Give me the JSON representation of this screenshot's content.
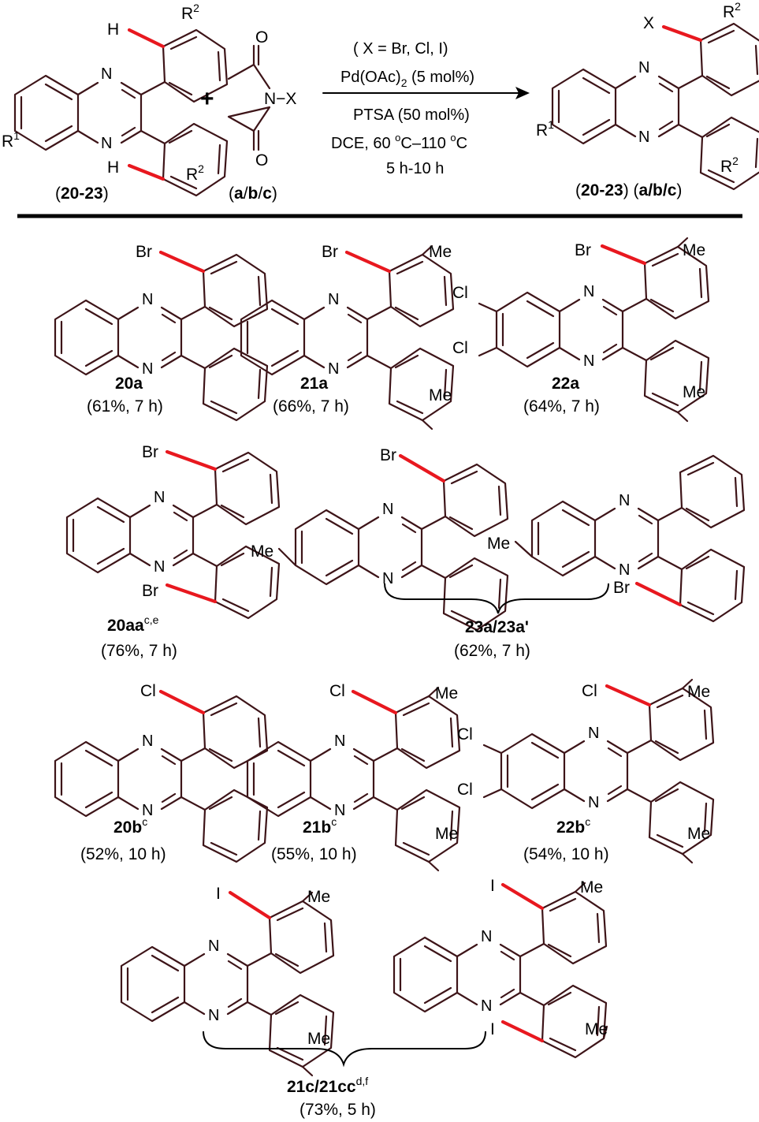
{
  "scheme": {
    "reactant_label": {
      "prefix": "(",
      "num": "20-23",
      "suffix": ")"
    },
    "reagent_label": {
      "a": "a",
      "b": "b",
      "c": "c"
    },
    "product_label": {
      "num": "20-23",
      "letters": "a/b/c"
    },
    "plus": "+",
    "conditions": {
      "x_note": "( X = Br, Cl, I)",
      "catalyst_pre": "Pd(OAc)",
      "catalyst_sub": "2",
      "catalyst_post": " (5 mol%)",
      "acid": "PTSA (50 mol%)",
      "solvent_pre": "DCE, 60 ",
      "deg": "o",
      "temp_mid": "C–110 ",
      "temp_end": "C",
      "time": "5 h-10 h"
    },
    "atoms": {
      "N": "N",
      "H": "H",
      "O": "O",
      "X": "X",
      "R": "R",
      "sup1": "1",
      "sup2": "2",
      "NX": "N−X",
      "Br": "Br",
      "Cl": "Cl",
      "I": "I",
      "Me": "Me"
    }
  },
  "compounds": [
    {
      "id": "20a",
      "label": "20a",
      "sup": "",
      "yield": "(61%, 7 h)"
    },
    {
      "id": "21a",
      "label": "21a",
      "sup": "",
      "yield": "(66%, 7 h)"
    },
    {
      "id": "22a",
      "label": "22a",
      "sup": "",
      "yield": "(64%, 7 h)"
    },
    {
      "id": "20aa",
      "label": "20aa",
      "sup": "c,e",
      "yield": "(76%, 7 h)"
    },
    {
      "id": "23a",
      "label": "23a/23a'",
      "sup": "",
      "yield": "(62%, 7 h)"
    },
    {
      "id": "20b",
      "label": "20b",
      "sup": "c",
      "yield": "(52%, 10 h)"
    },
    {
      "id": "21b",
      "label": "21b",
      "sup": "c",
      "yield": "(55%, 10 h)"
    },
    {
      "id": "22b",
      "label": "22b",
      "sup": "c",
      "yield": "(54%, 10 h)"
    },
    {
      "id": "21c",
      "label": "21c/21cc",
      "sup": "d,f",
      "yield": "(73%, 5 h)"
    }
  ]
}
